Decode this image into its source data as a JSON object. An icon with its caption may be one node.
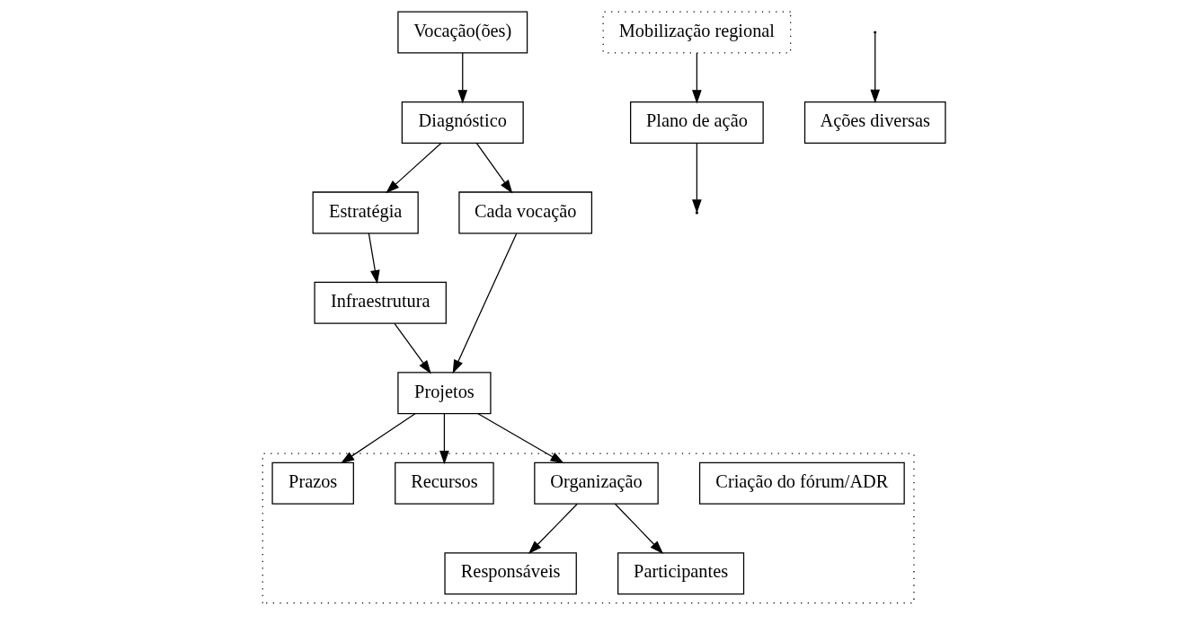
{
  "diagram": {
    "nodes": [
      {
        "text": [
          "Vocação(ões)"
        ]
      },
      {
        "text": [
          "Mobilização regional"
        ]
      },
      {
        "text": [
          "Diagnóstico"
        ]
      },
      {
        "text": [],
        "shape": "box"
      },
      {
        "text": [
          "Criação do fórum/ADR"
        ],
        "in": 3
      },
      {
        "text": [
          "Estratégia"
        ]
      },
      {
        "text": [
          "Cada vocação"
        ]
      },
      {
        "text": [
          "Organização"
        ],
        "in": 3
      },
      {
        "text": [
          "Responsáveis"
        ],
        "in": 3
      },
      {
        "text": [
          "Plano de ação"
        ]
      },
      {
        "text": [
          "Participantes"
        ],
        "in": 3
      },
      {
        "text": [
          "Infraestrutura"
        ]
      },
      {
        "text": [
          "Recursos"
        ],
        "in": 3
      },
      {
        "text": [
          "Projetos"
        ]
      },
      {
        "text": [
          "Prazos"
        ],
        "in": 3
      },
      {
        "text": [
          "Ações diversas"
        ]
      }
    ],
    "edges": [
      {
        "from": 1,
        "to": 9,
        "arrow": "to"
      },
      {
        "from": 9,
        "to": null,
        "arrow": "to"
      },
      {
        "from": 0,
        "to": 2,
        "arrow": "to"
      },
      {
        "from": 2,
        "to": 5,
        "arrow": "to"
      },
      {
        "from": 2,
        "to": 6,
        "arrow": "to"
      },
      {
        "from": 5,
        "to": 11,
        "arrow": "to"
      },
      {
        "from": null,
        "to": 15,
        "arrow": "to"
      },
      {
        "from": 11,
        "to": 13,
        "arrow": "to"
      },
      {
        "from": 6,
        "to": 13,
        "arrow": "to"
      },
      {
        "from": 13,
        "to": 7,
        "arrow": "to"
      },
      {
        "from": 13,
        "to": 12,
        "arrow": "to"
      },
      {
        "from": 13,
        "to": 14,
        "arrow": "to"
      },
      {
        "from": 7,
        "to": 8,
        "arrow": "to"
      },
      {
        "from": 7,
        "to": 10,
        "arrow": "to"
      }
    ]
  }
}
